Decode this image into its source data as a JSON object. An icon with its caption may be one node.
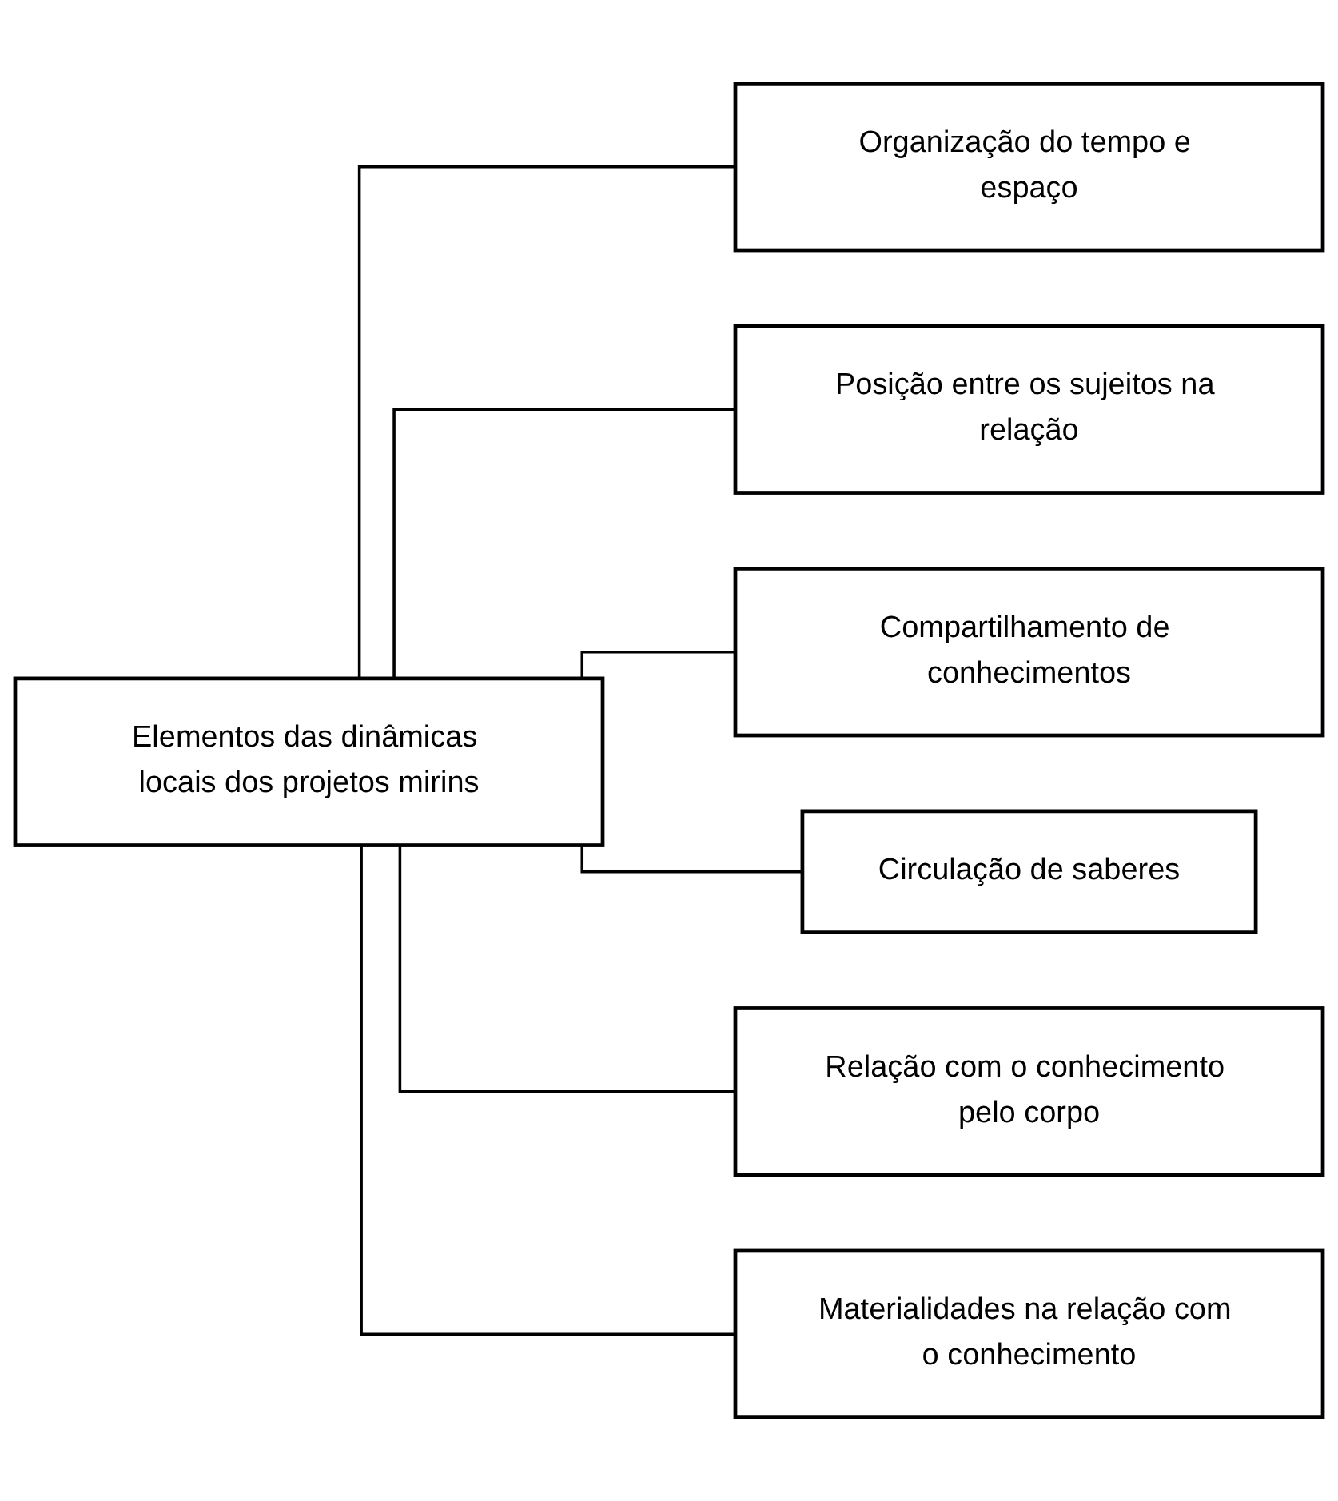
{
  "diagram": {
    "nodes": [
      {
        "text": [
          "Elementos das dinâmicas locais dos projetos mirins"
        ]
      },
      {
        "text": [
          "Organização do tempo e espaço"
        ]
      },
      {
        "text": [
          "Posição entre os sujeitos na relação"
        ]
      },
      {
        "text": [
          "Compartilhamento de conhecimentos"
        ]
      },
      {
        "text": [
          "Circulação de saberes"
        ]
      },
      {
        "text": [
          "Relação com o conhecimento pelo corpo"
        ]
      },
      {
        "text": [
          "Materialidades na relação com o conhecimento"
        ]
      }
    ],
    "edges": [
      {
        "from": 0,
        "to": 1,
        "arrow": "none"
      },
      {
        "from": 0,
        "to": 2,
        "arrow": "none"
      },
      {
        "from": 0,
        "to": 3,
        "arrow": "none"
      },
      {
        "from": 0,
        "to": 4,
        "arrow": "none"
      },
      {
        "from": 0,
        "to": 5,
        "arrow": "none"
      },
      {
        "from": 0,
        "to": 6,
        "arrow": "none"
      }
    ]
  }
}
